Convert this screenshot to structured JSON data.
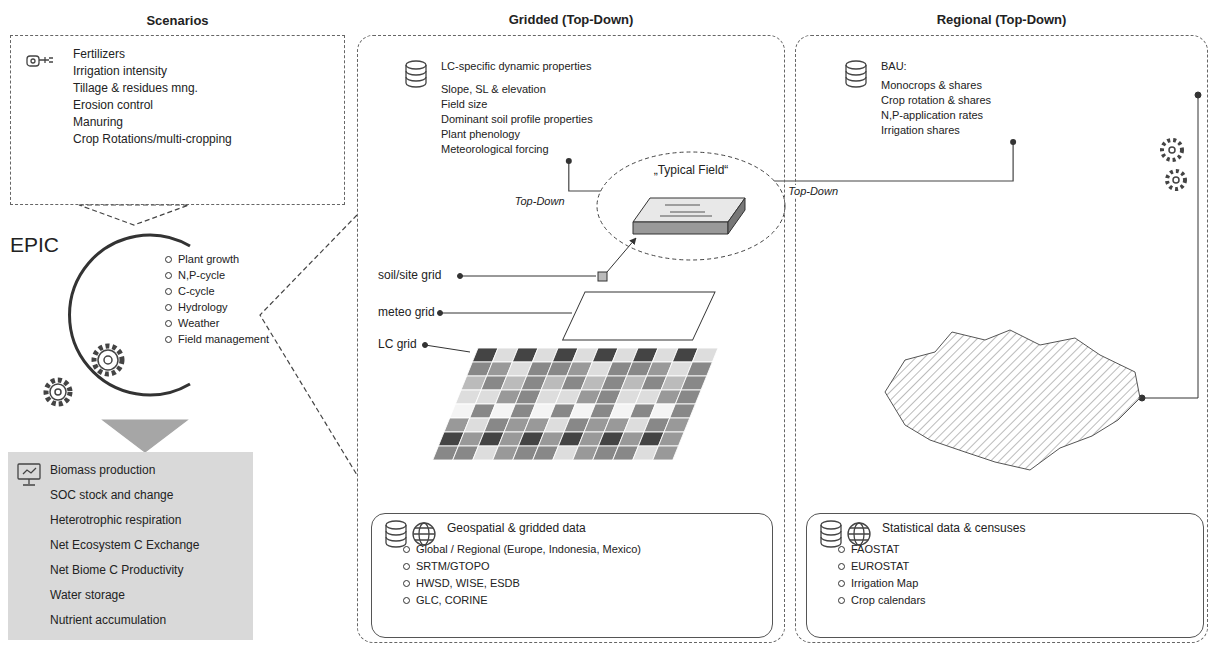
{
  "diagram": {
    "nodes": [
      {
        "text": [
          "Scenarios",
          "Fertilizers",
          "Irrigation intensity",
          "Tillage & residues mng.",
          "Erosion control",
          "Manuring",
          "Crop Rotations/multi-cropping"
        ]
      },
      {
        "text": [
          "EPIC",
          "Plant growth",
          "N,P-cycle",
          "C-cycle",
          "Hydrology",
          "Weather",
          "Field management"
        ]
      },
      {
        "text": [
          "Biomass production",
          "SOC stock and change",
          "Heterotrophic respiration",
          "Net Ecosystem C Exchange",
          "Net Biome C Productivity",
          "Water storage",
          "Nutrient accumulation"
        ]
      },
      {
        "text": [
          "Gridded (Top-Down)"
        ]
      },
      {
        "text": [
          "LC-specific dynamic properties",
          "Slope, SL & elevation",
          "Field size",
          "Dominant soil profile properties",
          "Plant phenology",
          "Meteorological forcing"
        ],
        "in": 3
      },
      {
        "text": [
          "„Typical Field“"
        ],
        "in": 3
      },
      {
        "text": [
          "Geospatial & gridded data",
          "Global / Regional (Europe, Indonesia, Mexico)",
          "SRTM/GTOPO",
          "HWSD, WISE, ESDB",
          "GLC, CORINE"
        ],
        "in": 3
      },
      {
        "text": [
          "Regional (Top-Down)"
        ]
      },
      {
        "text": [
          "BAU:",
          "Monocrops & shares",
          "Crop rotation & shares",
          "N,P-application rates",
          "Irrigation shares"
        ],
        "in": 7
      },
      {
        "text": [
          "Statistical data & censuses",
          "FAOSTAT",
          "EUROSTAT",
          "Irrigation Map",
          "Crop calendars"
        ],
        "in": 7
      }
    ],
    "edges": [
      {
        "from": 0,
        "to": 1,
        "arrow": "to"
      },
      {
        "from": 1,
        "to": 3,
        "arrow": "none"
      },
      {
        "from": 1,
        "to": 2,
        "arrow": "to"
      },
      {
        "from": 4,
        "to": 5,
        "label": "Top-Down",
        "arrow": "none"
      },
      {
        "from": 8,
        "to": 5,
        "label": "Top-Down",
        "arrow": "none"
      }
    ],
    "labels": [
      "soil/site grid",
      "meteo grid",
      "LC grid"
    ]
  }
}
